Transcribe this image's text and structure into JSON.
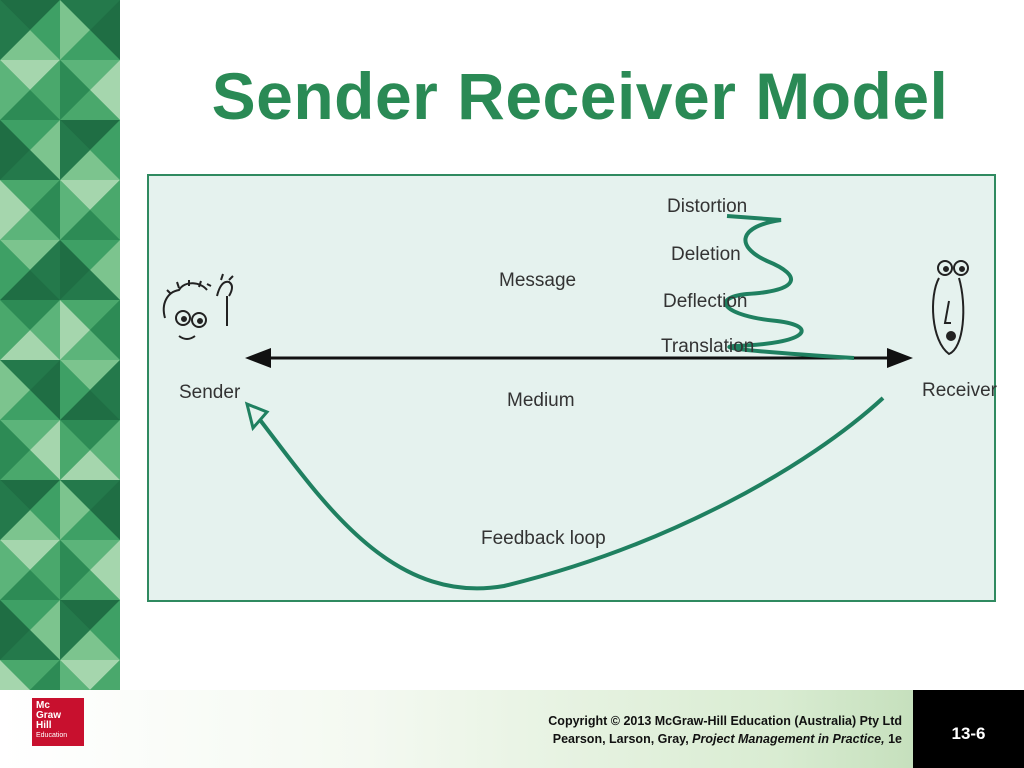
{
  "slide": {
    "title": "Sender Receiver Model",
    "slide_number": "13-6"
  },
  "diagram": {
    "sender_label": "Sender",
    "receiver_label": "Receiver",
    "message_label": "Message",
    "medium_label": "Medium",
    "feedback_label": "Feedback loop",
    "noise_labels": [
      "Distortion",
      "Deletion",
      "Deflection",
      "Translation"
    ]
  },
  "footer": {
    "copyright_line": "Copyright © 2013 McGraw-Hill Education (Australia) Pty Ltd",
    "citation_authors": "Pearson, Larson, Gray,",
    "citation_title": "Project Management in Practice,",
    "citation_edition": "1e"
  },
  "logo": {
    "line1": "Mc",
    "line2": "Graw",
    "line3": "Hill",
    "line4": "Education"
  },
  "colors": {
    "title": "#2a8a55",
    "accent_green": "#1f8060",
    "panel_background": "#e5f2ee",
    "logo_red": "#c8102e"
  }
}
